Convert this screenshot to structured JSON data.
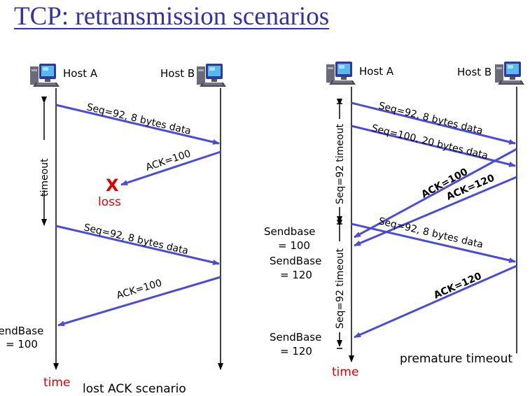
{
  "title": "TCP: retransmission scenarios",
  "colors": {
    "message": "#4b4bd6",
    "alert": "#e00000",
    "title": "#3333a8"
  },
  "icons": [
    "computer-host-icon",
    "computer-host-icon",
    "computer-host-icon",
    "computer-host-icon"
  ],
  "left": {
    "host_a": "Host A",
    "host_b": "Host B",
    "timeout": "timeout",
    "seg1": "Seq=92, 8 bytes data",
    "ack1": "ACK=100",
    "loss_mark": "X",
    "loss": "loss",
    "seg2": "Seq=92, 8 bytes data",
    "ack2": "ACK=100",
    "sendbase_1": "SendBase",
    "sendbase_2": "= 100",
    "time": "time",
    "caption": "lost ACK scenario"
  },
  "right": {
    "host_a": "Host A",
    "host_b": "Host B",
    "timeout1": "Seq=92 timeout",
    "timeout2": "Seq=92 timeout",
    "seg1": "Seq=92, 8 bytes data",
    "seg2": "Seq=100, 20 bytes data",
    "ack1": "ACK=100",
    "ack2": "ACK=120",
    "seg3": "Seq=92, 8 bytes data",
    "ack3": "ACK=120",
    "sb1_1": "Sendbase",
    "sb1_2": "= 100",
    "sb2_1": "SendBase",
    "sb2_2": "= 120",
    "sb3_1": "SendBase",
    "sb3_2": "= 120",
    "time": "time",
    "caption": "premature timeout"
  }
}
